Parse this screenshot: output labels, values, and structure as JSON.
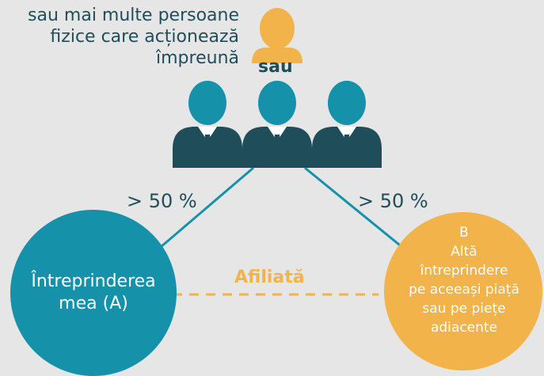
{
  "top_caption": {
    "lines": [
      "sau mai multe persoane",
      "fizice care acționează",
      "împreună"
    ],
    "connector": "sau"
  },
  "links": {
    "left_percent": "> 50 %",
    "right_percent": "> 50 %",
    "affiliation_label": "Afiliată"
  },
  "enterprise_a": {
    "lines": [
      "Întreprinderea",
      "mea (A)"
    ]
  },
  "enterprise_b": {
    "lines": [
      "B",
      "Altă",
      "întreprindere",
      "pe aceeași piață",
      "sau pe piețe",
      "adiacente"
    ]
  },
  "colors": {
    "background": "#e6e6e6",
    "teal": "#1591a9",
    "dark_navy": "#1f4e5a",
    "orange": "#f2b44a",
    "white": "#ffffff"
  },
  "icons": [
    "single-person-icon",
    "group-of-persons-icon"
  ]
}
